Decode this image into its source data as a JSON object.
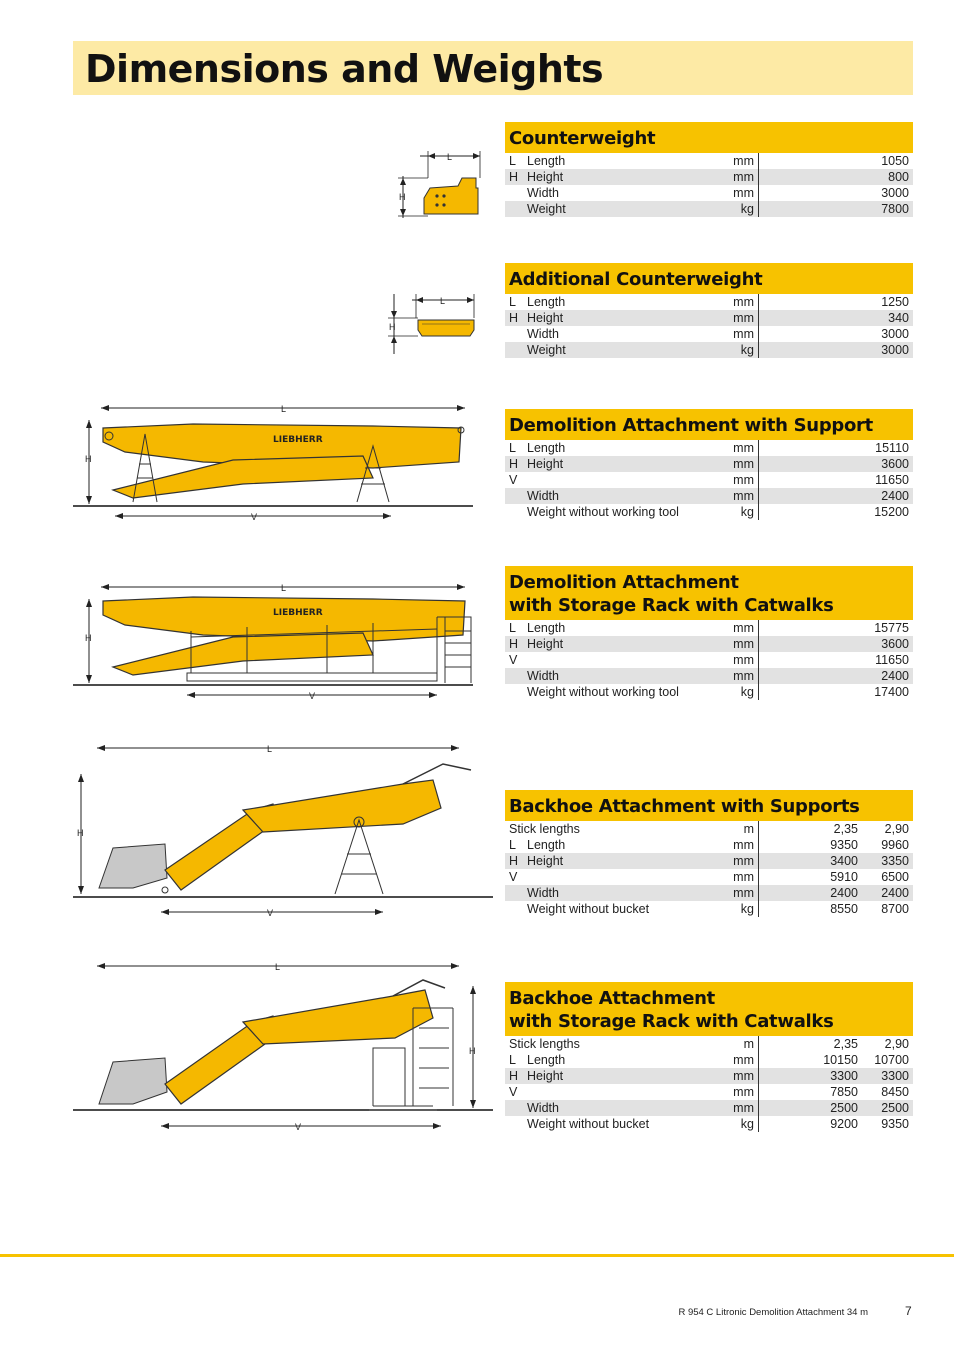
{
  "page_title": "Dimensions and Weights",
  "sections": [
    {
      "title_lines": [
        "Counterweight"
      ],
      "rows": [
        {
          "sym": "L",
          "label": "Length",
          "unit": "mm",
          "value": "1050"
        },
        {
          "sym": "H",
          "label": "Height",
          "unit": "mm",
          "value": "800"
        },
        {
          "sym": "",
          "label": "Width",
          "unit": "mm",
          "value": "3000"
        },
        {
          "sym": "",
          "label": "Weight",
          "unit": "kg",
          "value": "7800"
        }
      ]
    },
    {
      "title_lines": [
        "Additional Counterweight"
      ],
      "rows": [
        {
          "sym": "L",
          "label": "Length",
          "unit": "mm",
          "value": "1250"
        },
        {
          "sym": "H",
          "label": "Height",
          "unit": "mm",
          "value": "340"
        },
        {
          "sym": "",
          "label": "Width",
          "unit": "mm",
          "value": "3000"
        },
        {
          "sym": "",
          "label": "Weight",
          "unit": "kg",
          "value": "3000"
        }
      ]
    },
    {
      "title_lines": [
        "Demolition Attachment with Support"
      ],
      "rows": [
        {
          "sym": "L",
          "label": "Length",
          "unit": "mm",
          "value": "15110"
        },
        {
          "sym": "H",
          "label": "Height",
          "unit": "mm",
          "value": "3600"
        },
        {
          "sym": "V",
          "label": "",
          "unit": "mm",
          "value": "11650"
        },
        {
          "sym": "",
          "label": "Width",
          "unit": "mm",
          "value": "2400"
        },
        {
          "sym": "",
          "label": "Weight without working tool",
          "unit": "kg",
          "value": "15200"
        }
      ]
    },
    {
      "title_lines": [
        "Demolition Attachment",
        "with Storage Rack with Catwalks"
      ],
      "rows": [
        {
          "sym": "L",
          "label": "Length",
          "unit": "mm",
          "value": "15775"
        },
        {
          "sym": "H",
          "label": "Height",
          "unit": "mm",
          "value": "3600"
        },
        {
          "sym": "V",
          "label": "",
          "unit": "mm",
          "value": "11650"
        },
        {
          "sym": "",
          "label": "Width",
          "unit": "mm",
          "value": "2400"
        },
        {
          "sym": "",
          "label": "Weight without working tool",
          "unit": "kg",
          "value": "17400"
        }
      ]
    },
    {
      "title_lines": [
        "Backhoe Attachment with Supports"
      ],
      "header_row": {
        "label": "Stick lengths",
        "unit": "m",
        "values": [
          "2,35",
          "2,90"
        ]
      },
      "rows": [
        {
          "sym": "L",
          "label": "Length",
          "unit": "mm",
          "values": [
            "9350",
            "9960"
          ]
        },
        {
          "sym": "H",
          "label": "Height",
          "unit": "mm",
          "values": [
            "3400",
            "3350"
          ]
        },
        {
          "sym": "V",
          "label": "",
          "unit": "mm",
          "values": [
            "5910",
            "6500"
          ]
        },
        {
          "sym": "",
          "label": "Width",
          "unit": "mm",
          "values": [
            "2400",
            "2400"
          ]
        },
        {
          "sym": "",
          "label": "Weight without bucket",
          "unit": "kg",
          "values": [
            "8550",
            "8700"
          ]
        }
      ]
    },
    {
      "title_lines": [
        "Backhoe Attachment",
        "with Storage Rack with Catwalks"
      ],
      "header_row": {
        "label": "Stick lengths",
        "unit": "m",
        "values": [
          "2,35",
          "2,90"
        ]
      },
      "rows": [
        {
          "sym": "L",
          "label": "Length",
          "unit": "mm",
          "values": [
            "10150",
            "10700"
          ]
        },
        {
          "sym": "H",
          "label": "Height",
          "unit": "mm",
          "values": [
            "3300",
            "3300"
          ]
        },
        {
          "sym": "V",
          "label": "",
          "unit": "mm",
          "values": [
            "7850",
            "8450"
          ]
        },
        {
          "sym": "",
          "label": "Width",
          "unit": "mm",
          "values": [
            "2500",
            "2500"
          ]
        },
        {
          "sym": "",
          "label": "Weight without bucket",
          "unit": "kg",
          "values": [
            "9200",
            "9350"
          ]
        }
      ]
    }
  ],
  "figures": {
    "dim_L": "L",
    "dim_H": "H",
    "dim_V": "V",
    "brand": "LIEBHERR"
  },
  "footer": {
    "doc_title": "R 954 C Litronic Demolition Attachment 34 m",
    "page_number": "7"
  },
  "colors": {
    "accent": "#f7c200",
    "title_band": "#fdeaa5",
    "row_shade": "#e2e2e2",
    "machine_yellow": "#f5b800"
  }
}
